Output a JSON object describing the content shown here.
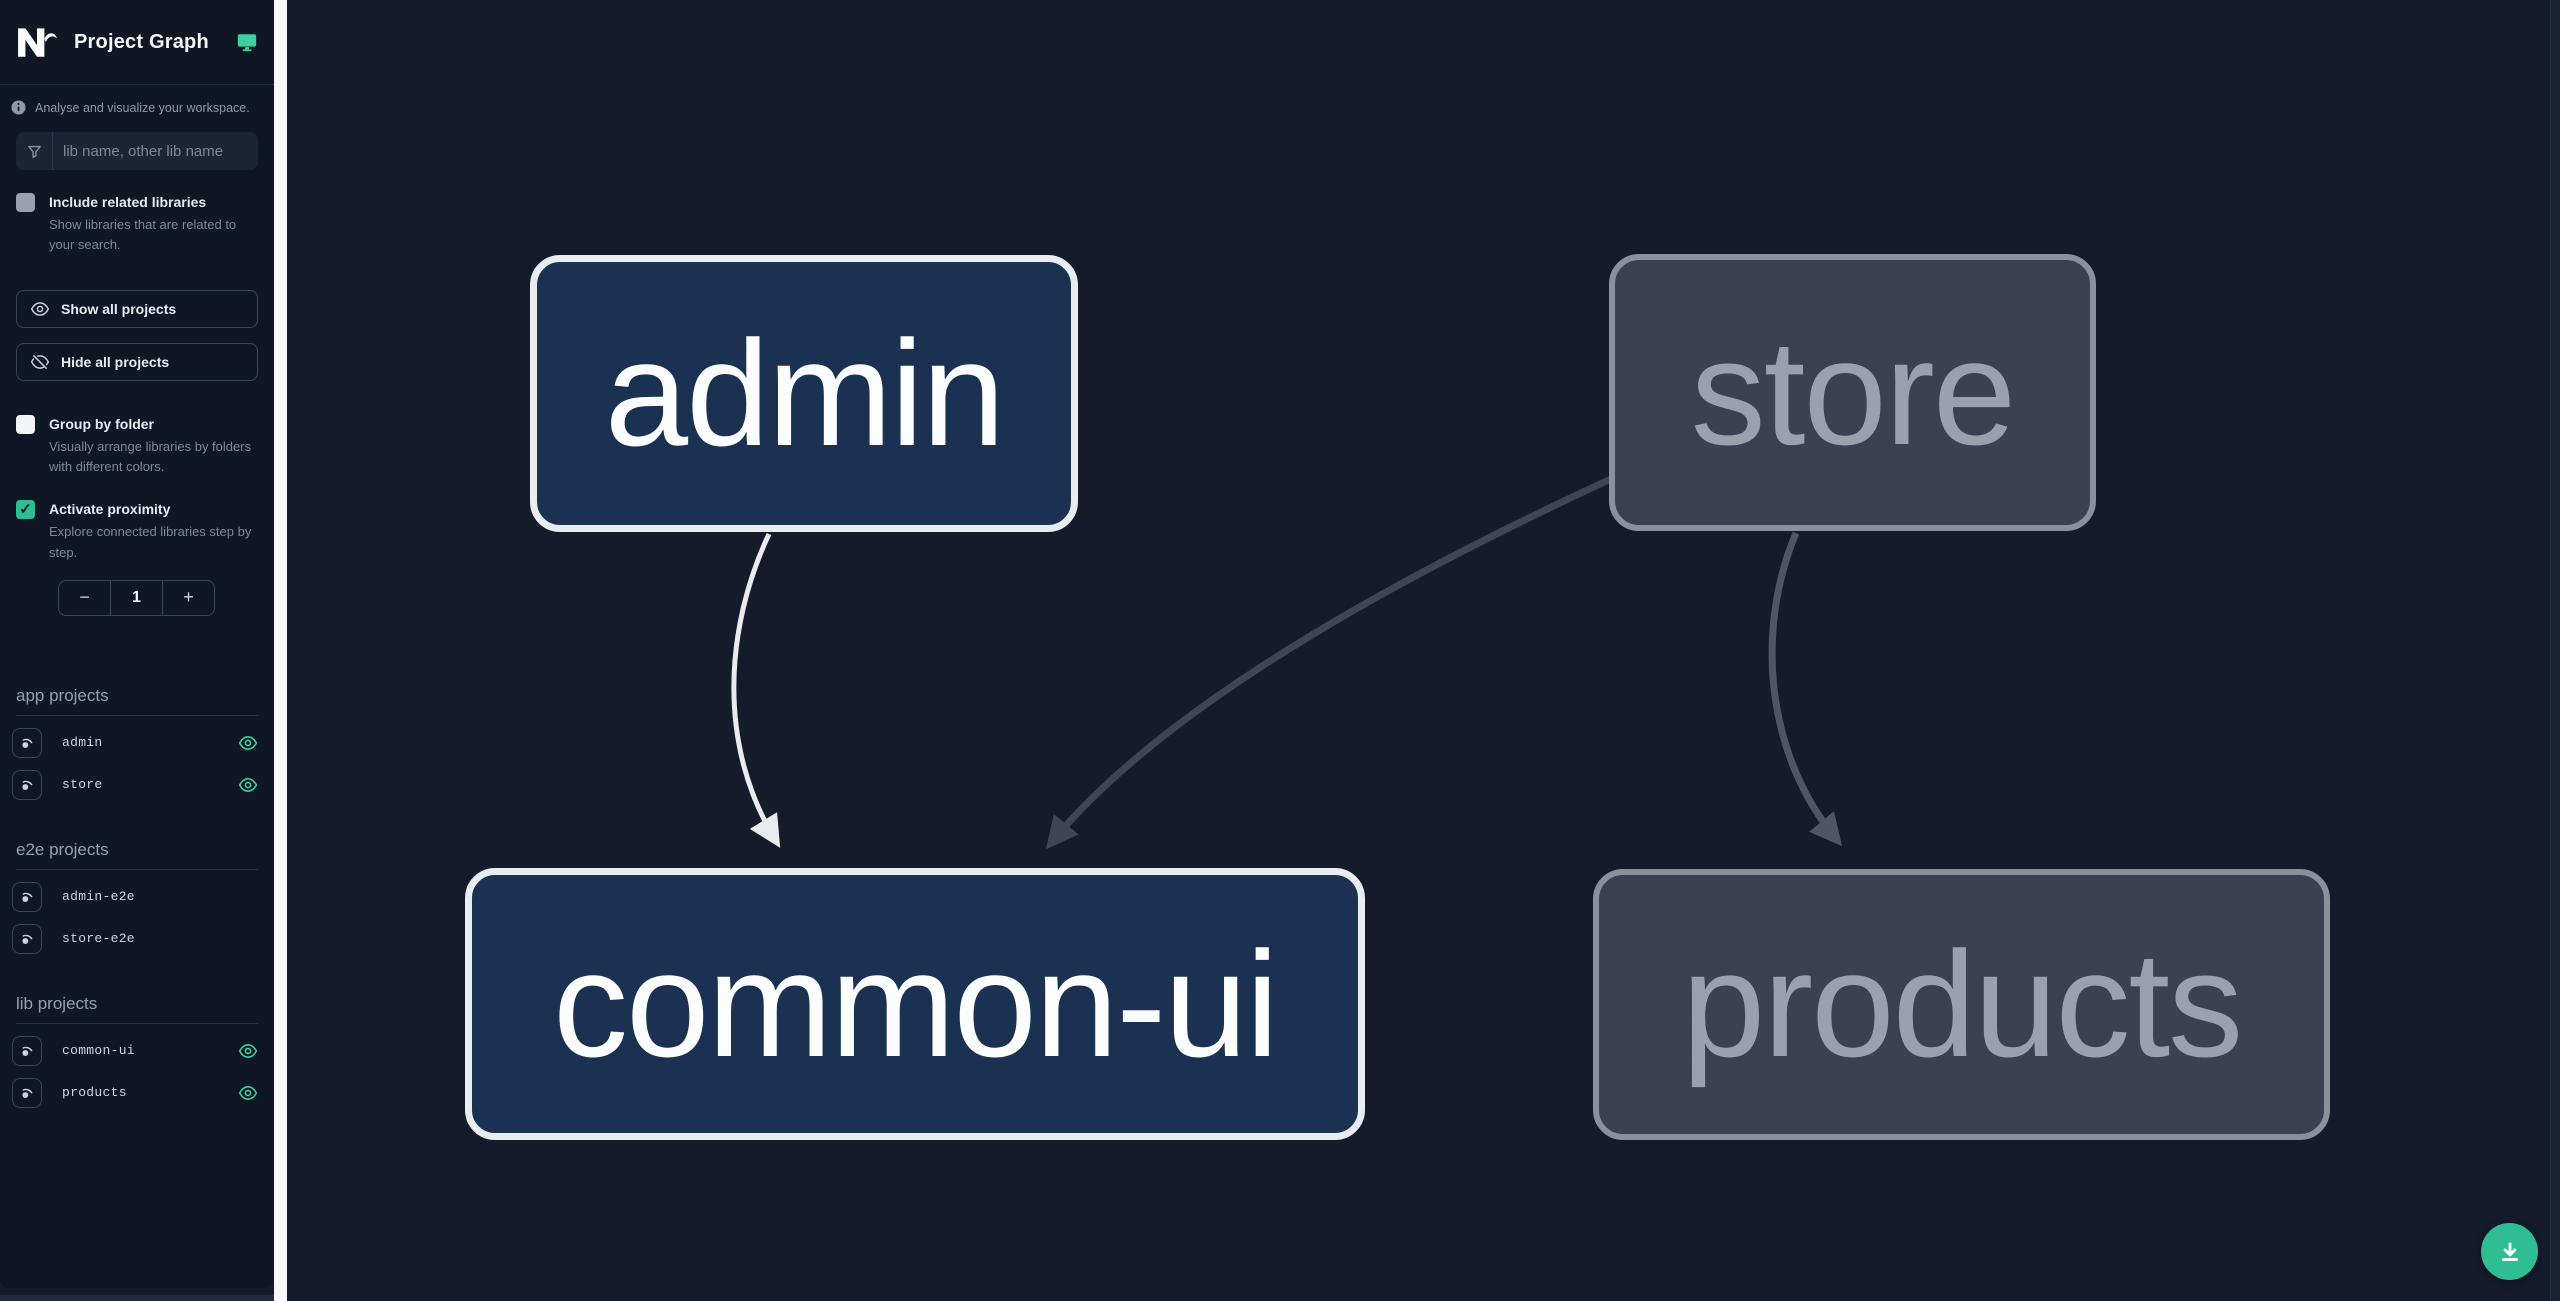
{
  "header": {
    "title": "Project Graph"
  },
  "sidebar": {
    "tagline": "Analyse and visualize your workspace.",
    "filter_placeholder": "lib name, other lib name",
    "include_related": {
      "label": "Include related libraries",
      "description": "Show libraries that are related to your search.",
      "checked": false
    },
    "show_all_label": "Show all projects",
    "hide_all_label": "Hide all projects",
    "group_by_folder": {
      "label": "Group by folder",
      "description": "Visually arrange libraries by folders with different colors.",
      "checked": false
    },
    "activate_proximity": {
      "label": "Activate proximity",
      "description": "Explore connected libraries step by step.",
      "checked": true,
      "check_glyph": "✓"
    },
    "proximity_stepper": {
      "decrement_label": "−",
      "value": "1",
      "increment_label": "+"
    },
    "sections": [
      {
        "title": "app projects",
        "items": [
          {
            "name": "admin",
            "visible_eye": true
          },
          {
            "name": "store",
            "visible_eye": true
          }
        ]
      },
      {
        "title": "e2e projects",
        "items": [
          {
            "name": "admin-e2e",
            "visible_eye": false
          },
          {
            "name": "store-e2e",
            "visible_eye": false
          }
        ]
      },
      {
        "title": "lib projects",
        "items": [
          {
            "name": "common-ui",
            "visible_eye": true
          },
          {
            "name": "products",
            "visible_eye": true
          }
        ]
      }
    ]
  },
  "graph": {
    "nodes": [
      {
        "id": "admin",
        "label": "admin",
        "state": "highlighted"
      },
      {
        "id": "store",
        "label": "store",
        "state": "faded"
      },
      {
        "id": "common-ui",
        "label": "common-ui",
        "state": "highlighted"
      },
      {
        "id": "products",
        "label": "products",
        "state": "faded"
      }
    ],
    "edges": [
      {
        "from": "admin",
        "to": "common-ui",
        "state": "highlighted"
      },
      {
        "from": "store",
        "to": "common-ui",
        "state": "faded-dark"
      },
      {
        "from": "store",
        "to": "products",
        "state": "faded"
      }
    ]
  },
  "fab": {
    "icon": "download-icon"
  },
  "colors": {
    "accent": "#2fbe93",
    "node_hl_fill": "#1b3152",
    "node_hl_border": "#e9ecf0",
    "node_fd_fill": "#3a4150",
    "node_fd_border": "#8a919d",
    "edge_highlight": "#e9ebee",
    "edge_faded_dark": "#3e4654",
    "edge_faded": "#4e5665",
    "sidebar_bg": "#0f1624",
    "canvas_bg": "#141b2b"
  }
}
